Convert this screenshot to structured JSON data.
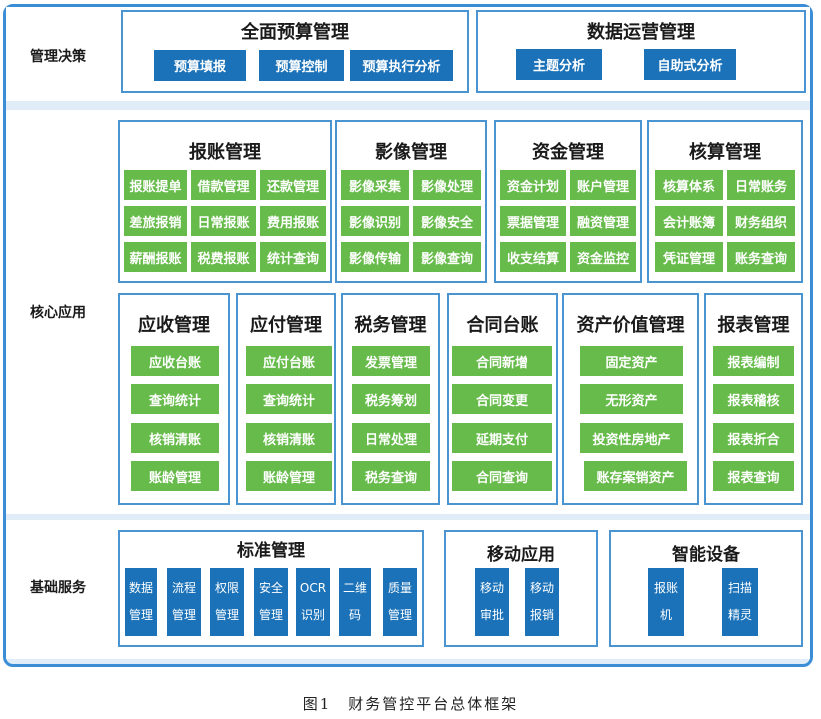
{
  "bands": {
    "decision": "管理决策",
    "core": "核心应用",
    "base": "基础服务"
  },
  "decision": {
    "budget": {
      "title": "全面预算管理",
      "items": [
        "预算填报",
        "预算控制",
        "预算执行分析"
      ]
    },
    "data_ops": {
      "title": "数据运营管理",
      "items": [
        "主题分析",
        "自助式分析"
      ]
    }
  },
  "core_top": [
    {
      "title": "报账管理",
      "items": [
        "报账提单",
        "借款管理",
        "还款管理",
        "差旅报销",
        "日常报账",
        "费用报账",
        "薪酬报账",
        "税费报账",
        "统计查询"
      ]
    },
    {
      "title": "影像管理",
      "items": [
        "影像采集",
        "影像处理",
        "影像识别",
        "影像安全",
        "影像传输",
        "影像查询"
      ]
    },
    {
      "title": "资金管理",
      "items": [
        "资金计划",
        "账户管理",
        "票据管理",
        "融资管理",
        "收支结算",
        "资金监控"
      ]
    },
    {
      "title": "核算管理",
      "items": [
        "核算体系",
        "日常账务",
        "会计账簿",
        "财务组织",
        "凭证管理",
        "账务查询"
      ]
    }
  ],
  "core_bottom": [
    {
      "title": "应收管理",
      "items": [
        "应收台账",
        "查询统计",
        "核销清账",
        "账龄管理"
      ]
    },
    {
      "title": "应付管理",
      "items": [
        "应付台账",
        "查询统计",
        "核销清账",
        "账龄管理"
      ]
    },
    {
      "title": "税务管理",
      "items": [
        "发票管理",
        "税务筹划",
        "日常处理",
        "税务查询"
      ]
    },
    {
      "title": "合同台账",
      "items": [
        "合同新增",
        "合同变更",
        "延期支付",
        "合同查询"
      ]
    },
    {
      "title": "资产价值管理",
      "items": [
        "固定资产",
        "无形资产",
        "投资性房地产",
        "账存案销资产"
      ]
    },
    {
      "title": "报表管理",
      "items": [
        "报表编制",
        "报表稽核",
        "报表折合",
        "报表查询"
      ]
    }
  ],
  "base": {
    "standard": {
      "title": "标准管理",
      "items": [
        "数据\n管理",
        "流程\n管理",
        "权限\n管理",
        "安全\n管理",
        "OCR\n识别",
        "二维\n码",
        "质量\n管理"
      ]
    },
    "mobile": {
      "title": "移动应用",
      "items": [
        "移动\n审批",
        "移动\n报销"
      ]
    },
    "devices": {
      "title": "智能设备",
      "items": [
        "报账\n机",
        "扫描\n精灵"
      ]
    }
  },
  "caption": "图1　财务管控平台总体框架",
  "colors": {
    "frame": "#3b8ed6",
    "blue_button": "#1b72b8",
    "green_button": "#66bb4a",
    "band_bg": "#e1ecf9"
  }
}
